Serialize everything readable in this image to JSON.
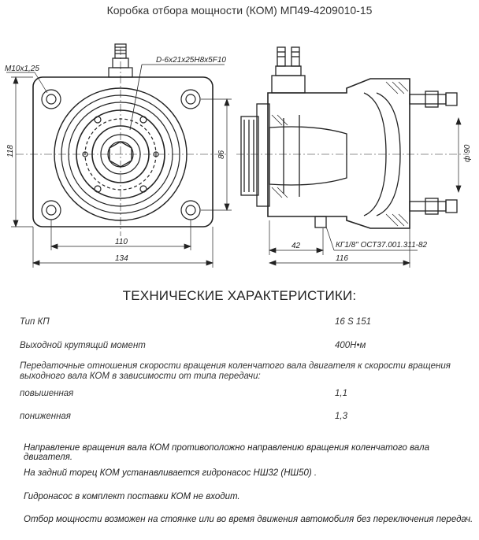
{
  "title": "Коробка отбора мощности (КОМ) МП49-4209010-15",
  "drawing": {
    "labels": {
      "thread_port": "M10x1,25",
      "spline": "D-6x21x25H8x5F10",
      "height_118": "118",
      "height_86": "86",
      "width_110": "110",
      "width_134": "134",
      "diam_90": "ф 90",
      "len_42": "42",
      "len_116": "116",
      "plug_spec": "КГ1/8\" ОСТ37.001.311-82"
    }
  },
  "section_title": "ТЕХНИЧЕСКИЕ ХАРАКТЕРИСТИКИ:",
  "specs": {
    "type_label": "Тип КП",
    "type_value": "16 S 151",
    "torque_label": "Выходной крутящий момент",
    "torque_value": "400Н•м",
    "ratio_text": "Передаточные отношения скорости вращения коленчатого вала двигателя к скорости вращения выходного вала КОМ в зависимости от типа передачи:",
    "raised_label": "повышенная",
    "raised_value": "1,1",
    "lowered_label": "пониженная",
    "lowered_value": "1,3"
  },
  "notes": [
    "Направление вращения вала  КОМ  противоположно направлению  вращения коленчатого вала двигателя.",
    "На задний торец КОМ устанавливается гидронасос  НШ32 (НШ50) .",
    "Гидронасос в комплект поставки КОМ не входит.",
    "Отбор мощности возможен  на стоянке или во время движения автомобиля без переключения передач."
  ]
}
